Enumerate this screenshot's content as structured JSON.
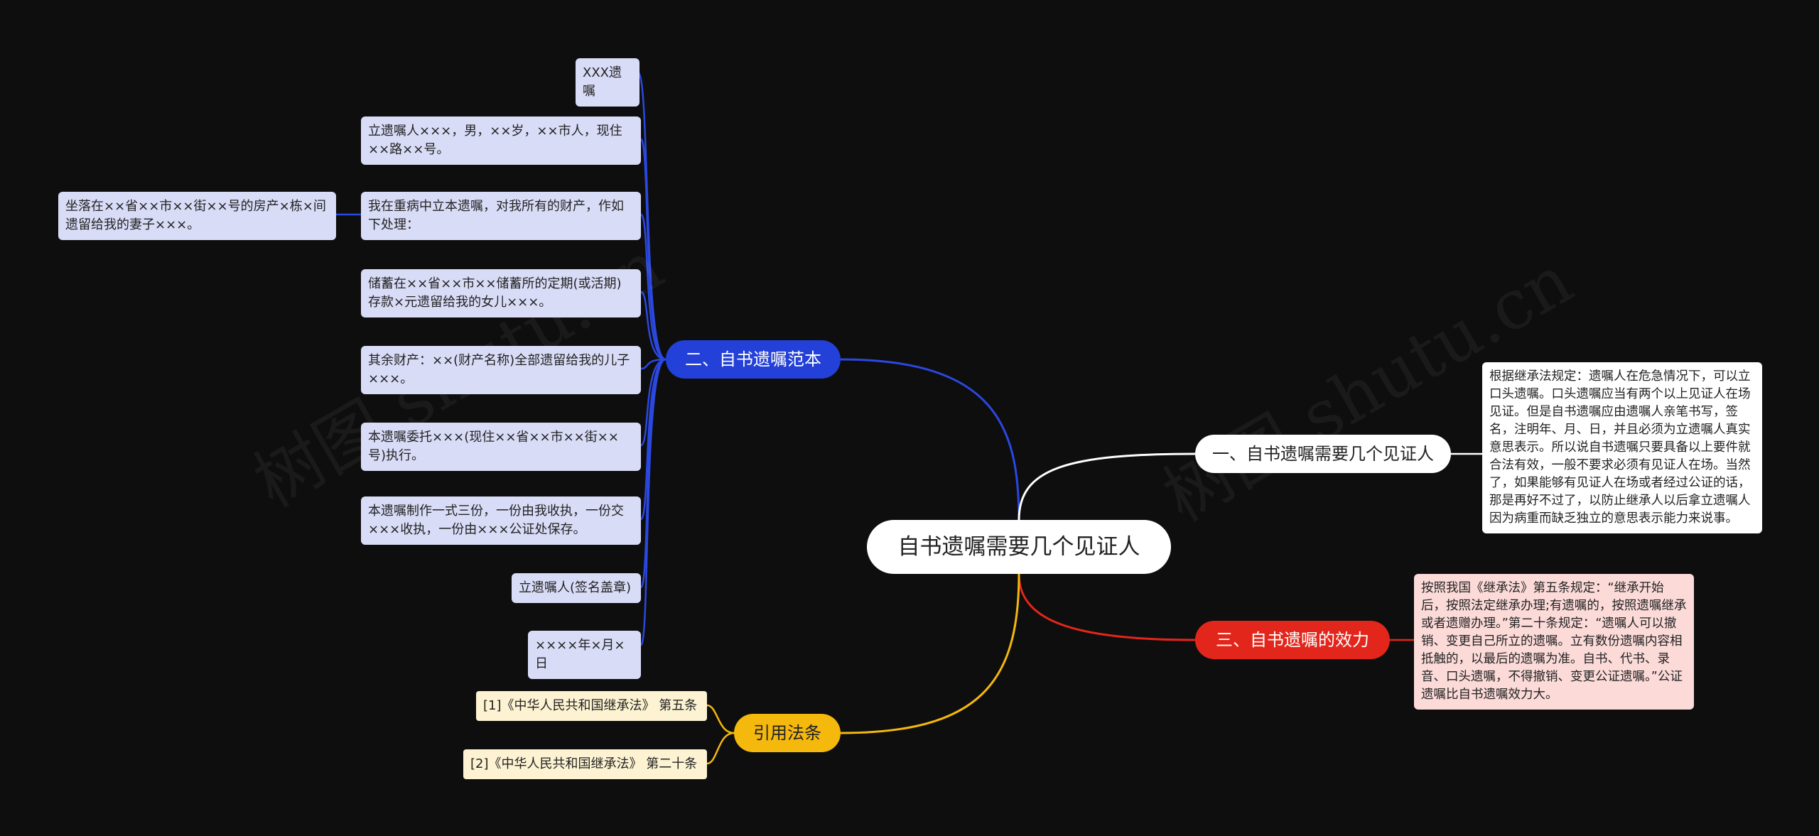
{
  "root": {
    "title": "自书遗嘱需要几个见证人"
  },
  "branches": {
    "one": {
      "label": "一、自书遗嘱需要几个见证人",
      "detail": "根据继承法规定：遗嘱人在危急情况下，可以立口头遗嘱。口头遗嘱应当有两个以上见证人在场见证。但是自书遗嘱应由遗嘱人亲笔书写，签名，注明年、月、日，并且必须为立遗嘱人真实意思表示。所以说自书遗嘱只要具备以上要件就合法有效，一般不要求必须有见证人在场。当然了，如果能够有见证人在场或者经过公证的话，那是再好不过了，以防止继承人以后拿立遗嘱人因为病重而缺乏独立的意思表示能力来说事。"
    },
    "two": {
      "label": "二、自书遗嘱范本",
      "items": [
        "XXX遗嘱",
        "立遗嘱人×××，男，××岁，××市人，现住××路××号。",
        "我在重病中立本遗嘱，对我所有的财产，作如下处理：",
        "储蓄在××省××市××储蓄所的定期(或活期)存款×元遗留给我的女儿×××。",
        "其余财产：××(财产名称)全部遗留给我的儿子×××。",
        "本遗嘱委托×××(现住××省××市××街××号)执行。",
        "本遗嘱制作一式三份，一份由我收执，一份交×××收执，一份由×××公证处保存。",
        "立遗嘱人(签名盖章)",
        "××××年×月×日"
      ],
      "sub_item": "坐落在××省××市××街××号的房产×栋×间遗留给我的妻子×××。"
    },
    "three": {
      "label": "三、自书遗嘱的效力",
      "detail": "按照我国《继承法》第五条规定：“继承开始后，按照法定继承办理;有遗嘱的，按照遗嘱继承或者遗赠办理。”第二十条规定：“遗嘱人可以撤销、变更自己所立的遗嘱。立有数份遗嘱内容相抵触的，以最后的遗嘱为准。自书、代书、录音、口头遗嘱，不得撤销、变更公证遗嘱。”公证遗嘱比自书遗嘱效力大。"
    },
    "refs": {
      "label": "引用法条",
      "items": [
        "[1]《中华人民共和国继承法》 第五条",
        "[2]《中华人民共和国继承法》 第二十条"
      ]
    }
  },
  "watermarks": [
    "树图 shutu.cn",
    "树图 shutu.cn"
  ],
  "colors": {
    "background": "#0e0e0e",
    "blue": "#2340d8",
    "red": "#e3261b",
    "yellow": "#f5b80c",
    "white": "#ffffff"
  }
}
